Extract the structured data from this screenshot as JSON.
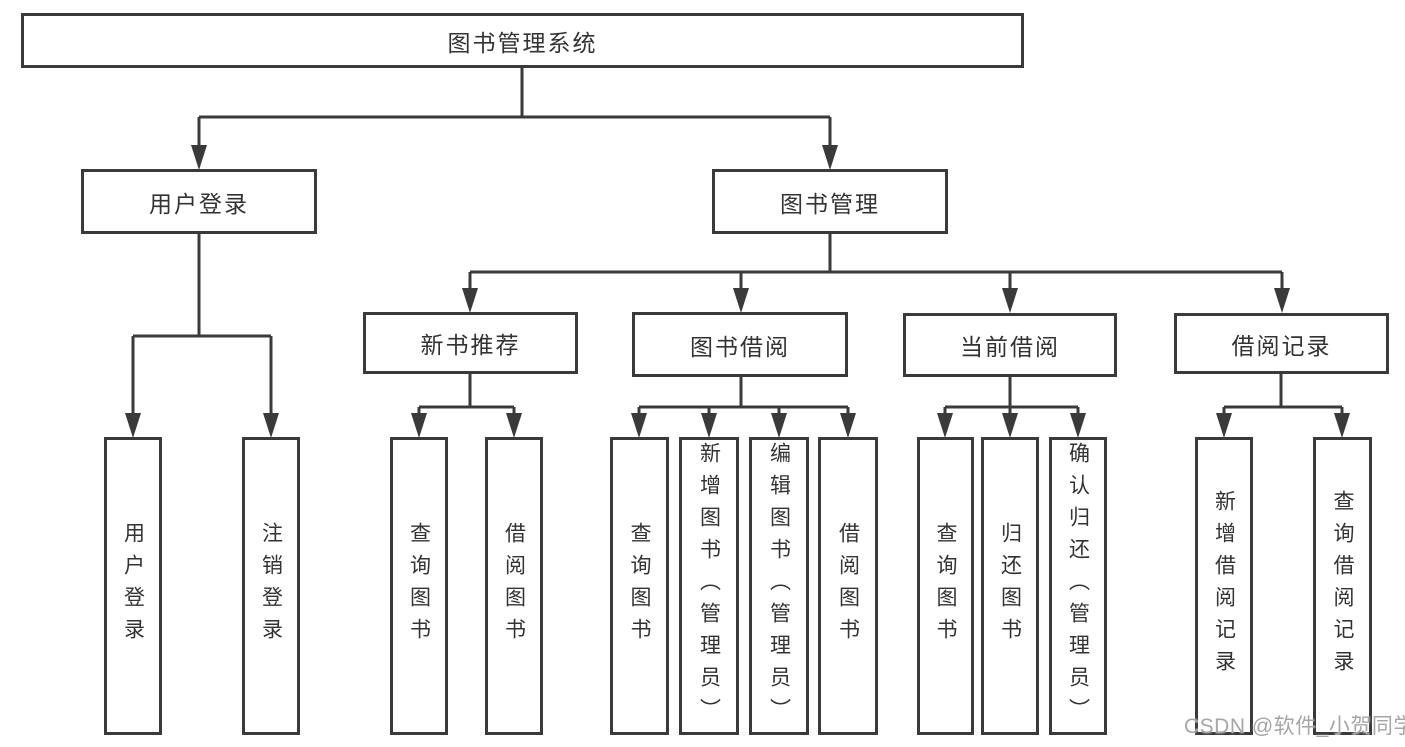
{
  "tree": {
    "root_label": "图书管理系统",
    "children": [
      {
        "label": "用户登录",
        "children": [
          "用户登录",
          "注销登录"
        ]
      },
      {
        "label": "图书管理",
        "children": [
          {
            "label": "新书推荐",
            "children": [
              "查询图书",
              "借阅图书"
            ]
          },
          {
            "label": "图书借阅",
            "children": [
              "查询图书",
              "新增图书（管理员）",
              "编辑图书（管理员）",
              "借阅图书"
            ]
          },
          {
            "label": "当前借阅",
            "children": [
              "查询图书",
              "归还图书",
              "确认归还（管理员）"
            ]
          },
          {
            "label": "借阅记录",
            "children": [
              "新增借阅记录",
              "查询借阅记录"
            ]
          }
        ]
      }
    ]
  },
  "watermark": "CSDN @软件_小贺同学",
  "colors": {
    "line": "#3a3a3a",
    "text": "#333333",
    "watermark": "#a6a6a6",
    "background": "#ffffff"
  }
}
